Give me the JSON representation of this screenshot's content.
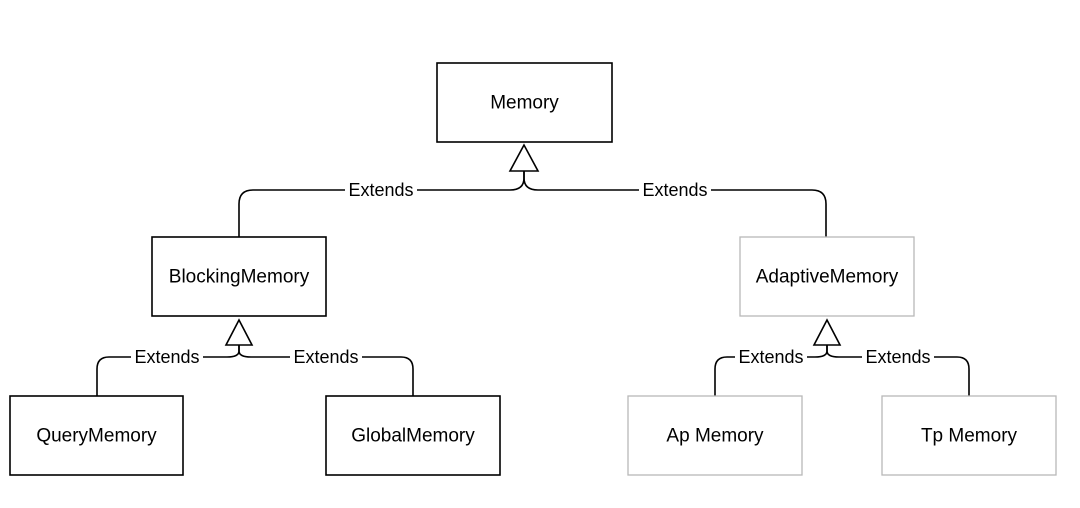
{
  "nodes": {
    "memory": {
      "label": "Memory"
    },
    "blocking_memory": {
      "label": "BlockingMemory"
    },
    "adaptive_memory": {
      "label": "AdaptiveMemory"
    },
    "query_memory": {
      "label": "QueryMemory"
    },
    "global_memory": {
      "label": "GlobalMemory"
    },
    "ap_memory": {
      "label": "Ap Memory"
    },
    "tp_memory": {
      "label": "Tp Memory"
    }
  },
  "edges": [
    {
      "from": "blocking_memory",
      "to": "memory",
      "label": "Extends"
    },
    {
      "from": "adaptive_memory",
      "to": "memory",
      "label": "Extends"
    },
    {
      "from": "query_memory",
      "to": "blocking_memory",
      "label": "Extends"
    },
    {
      "from": "global_memory",
      "to": "blocking_memory",
      "label": "Extends"
    },
    {
      "from": "ap_memory",
      "to": "adaptive_memory",
      "label": "Extends"
    },
    {
      "from": "tp_memory",
      "to": "adaptive_memory",
      "label": "Extends"
    }
  ],
  "colors": {
    "border": "#000000",
    "border_light": "#b8b8b8",
    "background": "#ffffff"
  }
}
